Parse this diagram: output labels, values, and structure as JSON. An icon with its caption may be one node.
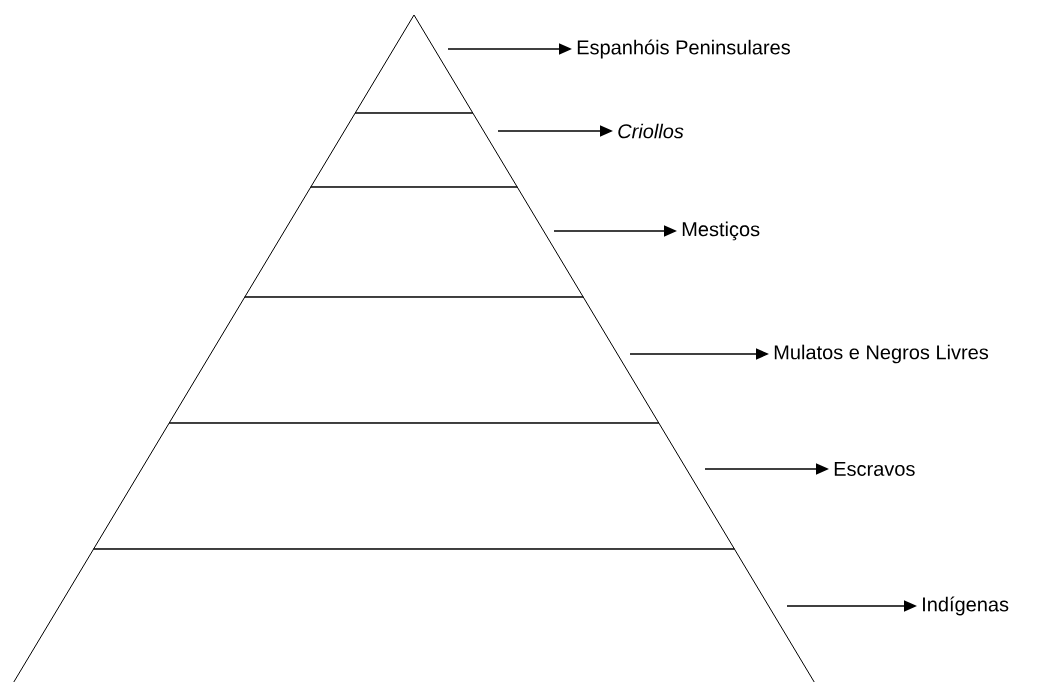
{
  "diagram": {
    "nodes": [
      {
        "text": [],
        "shape": "triangle"
      },
      {
        "text": [],
        "shape": "trapezoid"
      },
      {
        "text": [],
        "shape": "trapezoid"
      },
      {
        "text": [],
        "shape": "trapezoid"
      },
      {
        "text": [],
        "shape": "trapezoid"
      },
      {
        "text": [],
        "shape": "trapezoid"
      },
      {
        "text": [
          "Espanhóis Peninsulares"
        ]
      },
      {
        "text": [
          "Criollos"
        ]
      },
      {
        "text": [
          "Mestiços"
        ]
      },
      {
        "text": [
          "Mulatos e Negros Livres"
        ]
      },
      {
        "text": [
          "Escravos"
        ]
      },
      {
        "text": [
          "Indígenas"
        ]
      }
    ],
    "edges": [
      {
        "from": 0,
        "to": 6,
        "arrow": "to"
      },
      {
        "from": 1,
        "to": 7,
        "arrow": "to"
      },
      {
        "from": 2,
        "to": 8,
        "arrow": "to"
      },
      {
        "from": 3,
        "to": 9,
        "arrow": "to"
      },
      {
        "from": 4,
        "to": 10,
        "arrow": "to"
      },
      {
        "from": 5,
        "to": 11,
        "arrow": "to"
      }
    ]
  }
}
